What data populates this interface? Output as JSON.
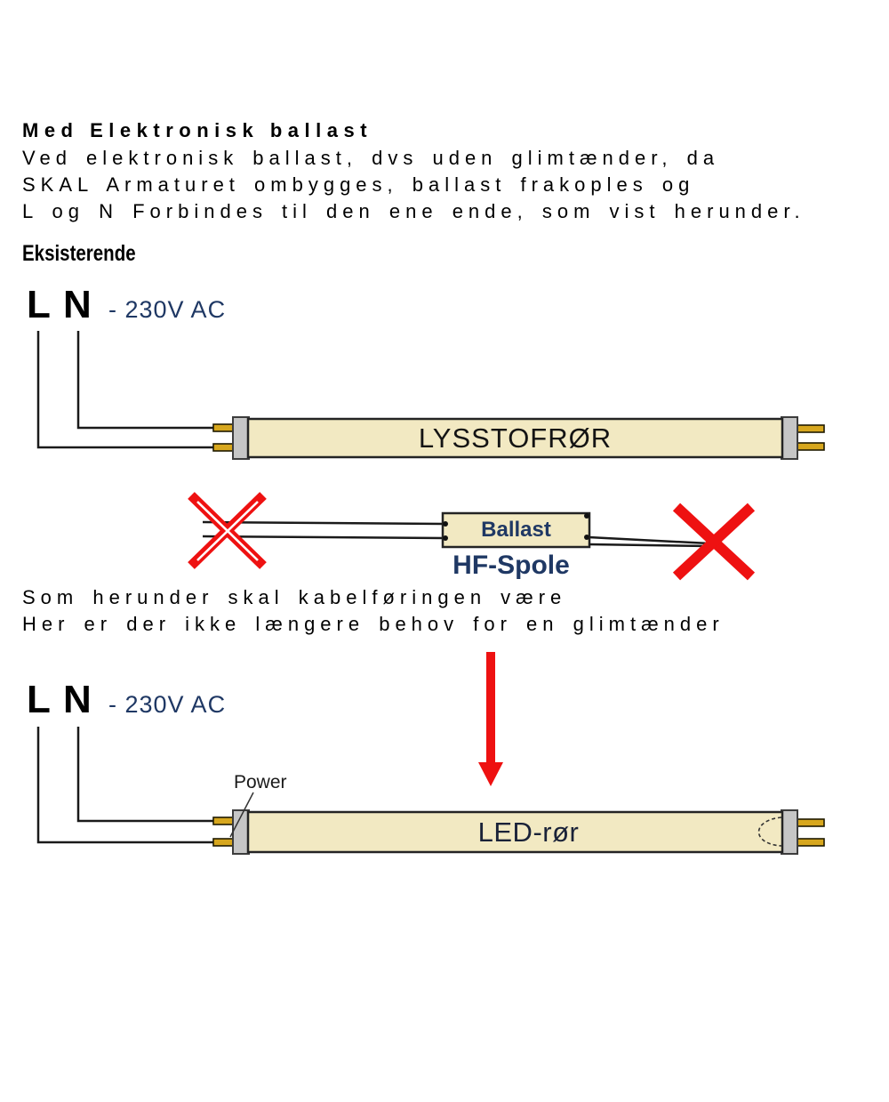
{
  "intro": {
    "title": "Med Elektronisk ballast",
    "line1": "Ved elektronisk ballast, dvs uden glimtænder, da",
    "line2": "SKAL Armaturet ombygges, ballast frakoples og",
    "line3": "L og N Forbindes til den ene ende, som vist herunder.",
    "section_label": "Eksisterende"
  },
  "existing_diagram": {
    "live_label": "L",
    "neutral_label": "N",
    "voltage_label": "- 230V AC",
    "tube_label": "LYSSTOFRØR",
    "ballast_label": "Ballast",
    "coil_label": "HF-Spole"
  },
  "instruction": {
    "line1": "Som herunder skal kabelføringen være",
    "line2": "Her er der ikke længere behov for en glimtænder"
  },
  "converted_diagram": {
    "live_label": "L",
    "neutral_label": "N",
    "voltage_label": "- 230V AC",
    "power_label": "Power",
    "tube_label": "LED-rør"
  },
  "colors": {
    "tube_fill": "#f2e9c2",
    "cap_fill": "#c6c6c6",
    "pin_fill": "#d7a71e",
    "navy_text": "#1f3864",
    "red_accent": "#ee1111",
    "wire": "#1a1a1a"
  }
}
